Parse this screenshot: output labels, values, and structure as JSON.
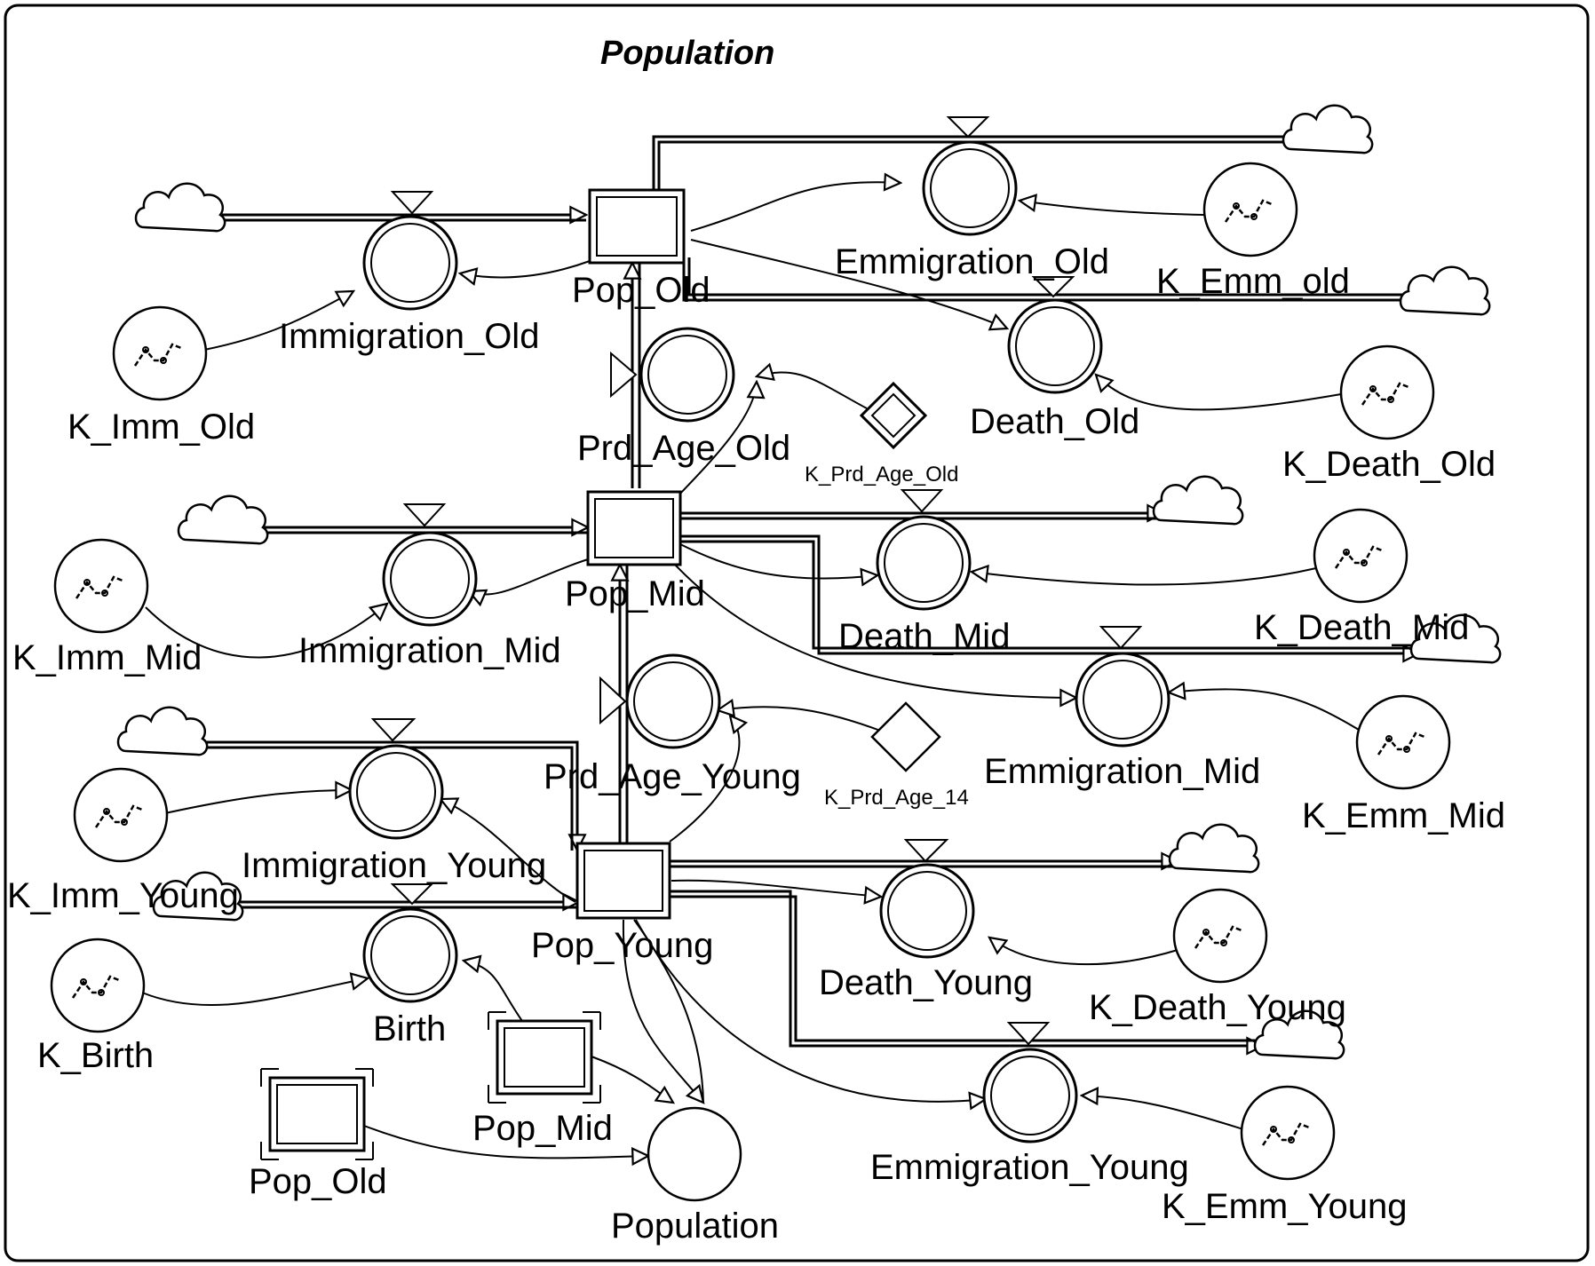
{
  "title": "Population",
  "stocks": {
    "pop_old": "Pop_Old",
    "pop_mid": "Pop_Mid",
    "pop_young": "Pop_Young"
  },
  "flows": {
    "immigration_old": "Immigration_Old",
    "emmigration_old": "Emmigration_Old",
    "death_old": "Death_Old",
    "prd_age_old": "Prd_Age_Old",
    "immigration_mid": "Immigration_Mid",
    "death_mid": "Death_Mid",
    "emmigration_mid": "Emmigration_Mid",
    "prd_age_young": "Prd_Age_Young",
    "immigration_young": "Immigration_Young",
    "birth": "Birth",
    "death_young": "Death_Young",
    "emmigration_young": "Emmigration_Young"
  },
  "converters": {
    "k_imm_old": "K_Imm_Old",
    "k_emm_old": "K_Emm_old",
    "k_death_old": "K_Death_Old",
    "k_imm_mid": "K_Imm_Mid",
    "k_death_mid": "K_Death_Mid",
    "k_emm_mid": "K_Emm_Mid",
    "k_imm_young": "K_Imm_Young",
    "k_birth": "K_Birth",
    "k_death_young": "K_Death_Young",
    "k_emm_young": "K_Emm_Young",
    "population": "Population"
  },
  "constants": {
    "k_prd_age_old": "K_Prd_Age_Old",
    "k_prd_age_14": "K_Prd_Age_14"
  },
  "ghosts": {
    "pop_mid": "Pop_Mid",
    "pop_old": "Pop_Old"
  },
  "colors": {
    "ink": "#000000",
    "background": "#ffffff"
  }
}
